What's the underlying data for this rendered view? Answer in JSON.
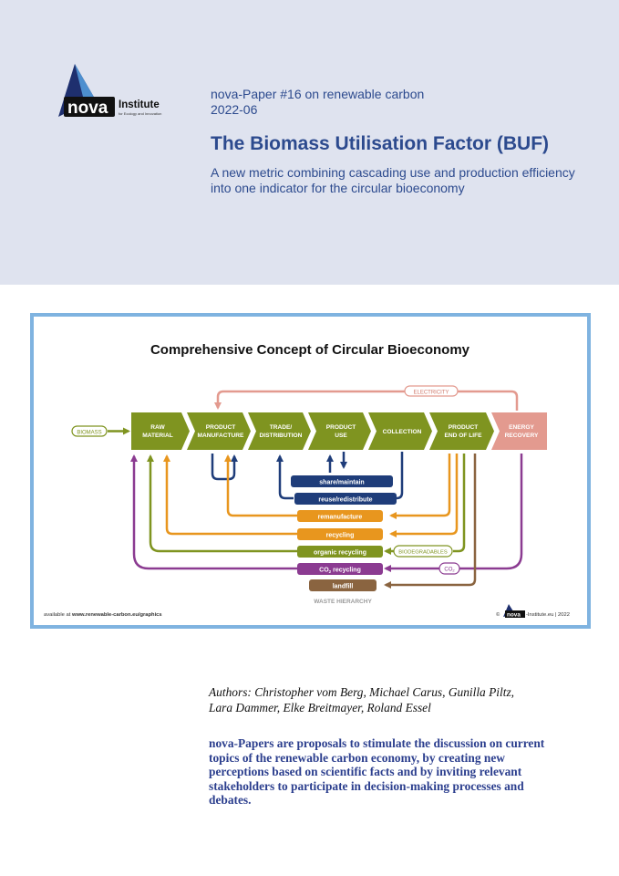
{
  "header": {
    "logo_word": "nova",
    "logo_institute": "Institute",
    "logo_tagline": "for Ecology and Innovation",
    "series_line": "nova-Paper #16 on renewable carbon",
    "date_line": "2022-06",
    "title": "The Biomass Utilisation Factor (BUF)",
    "subtitle": "A new metric combining cascading use and production efficiency into one indicator for the circular bioeconomy"
  },
  "figure": {
    "title": "Comprehensive Concept of Circular Bioeconomy",
    "electricity": "ELECTRICITY",
    "biomass": "BIOMASS",
    "stages": [
      {
        "l1": "RAW",
        "l2": "MATERIAL"
      },
      {
        "l1": "PRODUCT",
        "l2": "MANUFACTURE"
      },
      {
        "l1": "TRADE/",
        "l2": "DISTRIBUTION"
      },
      {
        "l1": "PRODUCT",
        "l2": "USE"
      },
      {
        "l1": "",
        "l2": "COLLECTION"
      },
      {
        "l1": "PRODUCT",
        "l2": "END OF LIFE"
      },
      {
        "l1": "ENERGY",
        "l2": "RECOVERY"
      }
    ],
    "loops": {
      "share": "share/maintain",
      "reuse": "reuse/redistribute",
      "remanufacture": "remanufacture",
      "recycling": "recycling",
      "organic": "organic recycling",
      "co2_prefix": "CO",
      "co2_sub": "2",
      "co2_suffix": " recycling",
      "landfill": "landfill"
    },
    "biodegradables": "BIODEGRADABLES",
    "co2_tag_main": "CO",
    "co2_tag_sub": "2",
    "waste_hierarchy": "WASTE HIERARCHY",
    "available_prefix": "available at ",
    "available_url": "www.renewable-carbon.eu/graphics",
    "copyright_prefix": "©",
    "copyright_logo": "nova",
    "copyright_suffix": "-Institute.eu | 2022",
    "colors": {
      "olive": "#7f9420",
      "navy": "#1f3d7a",
      "orange": "#e8961e",
      "purple": "#8b3b91",
      "brown": "#8a6440",
      "salmon": "#e39a8f",
      "frame": "#7fb3e0"
    }
  },
  "authors_line1": "Authors: Christopher vom Berg, Michael Carus, Gunilla Piltz,",
  "authors_line2": "Lara Dammer, Elke Breitmayer, Roland Essel",
  "blurb": "nova-Papers are proposals to stimulate the discussion on current topics of the renewable carbon economy, by creating new perceptions based on scientific facts and by inviting relevant stakeholders to participate in decision-making processes and debates."
}
